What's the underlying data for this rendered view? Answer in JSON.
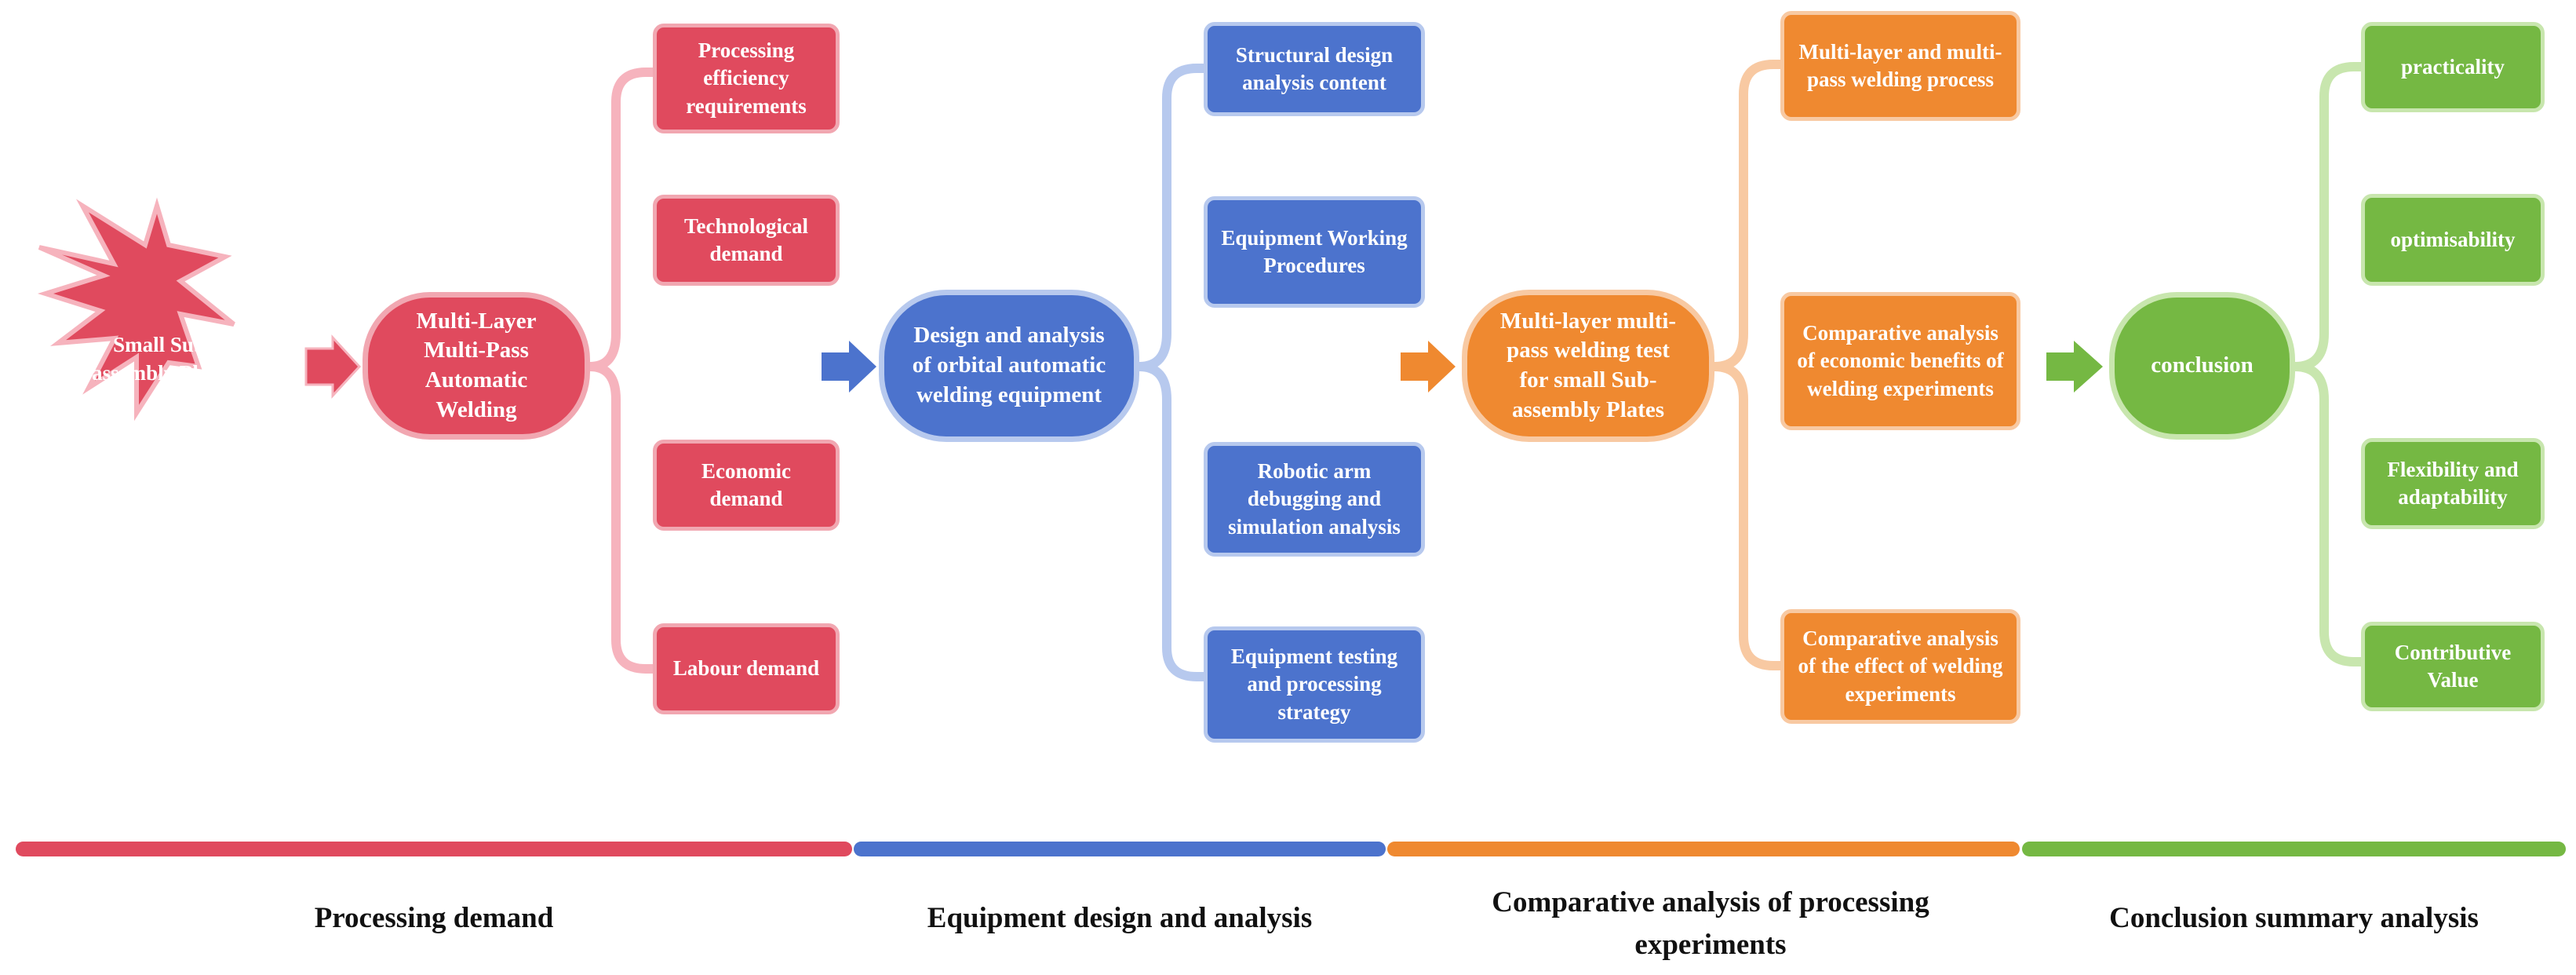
{
  "start": {
    "label": "Small Sub-assembly Plates"
  },
  "stages": [
    {
      "title": "Multi-Layer Multi-Pass Automatic Welding",
      "items": [
        "Processing efficiency requirements",
        "Technological demand",
        "Economic demand",
        "Labour demand"
      ],
      "phase": "Processing demand"
    },
    {
      "title": "Design and analysis of orbital automatic welding equipment",
      "items": [
        "Structural design analysis content",
        "Equipment Working Procedures",
        "Robotic arm debugging and simulation analysis",
        "Equipment testing and processing strategy"
      ],
      "phase": "Equipment design and analysis"
    },
    {
      "title": "Multi-layer multi-pass welding test for small Sub-assembly Plates",
      "items": [
        "Multi-layer and multi-pass welding process",
        "Comparative analysis of economic benefits of welding experiments",
        "Comparative analysis of the effect of welding experiments"
      ],
      "phase": "Comparative analysis of processing experiments"
    },
    {
      "title": "conclusion",
      "items": [
        "practicality",
        "optimisability",
        "Flexibility and adaptability",
        "Contributive Value"
      ],
      "phase": "Conclusion summary analysis"
    }
  ],
  "colors": {
    "red": "#e04a5e",
    "red_light": "#f6b3bd",
    "blue": "#4c73cd",
    "blue_light": "#b7c9ee",
    "orange": "#ef8930",
    "orange_light": "#f8c9a2",
    "green": "#75b843",
    "green_light": "#c8e6ae"
  },
  "icons": [
    "starburst-shape",
    "right-arrow-icon"
  ]
}
